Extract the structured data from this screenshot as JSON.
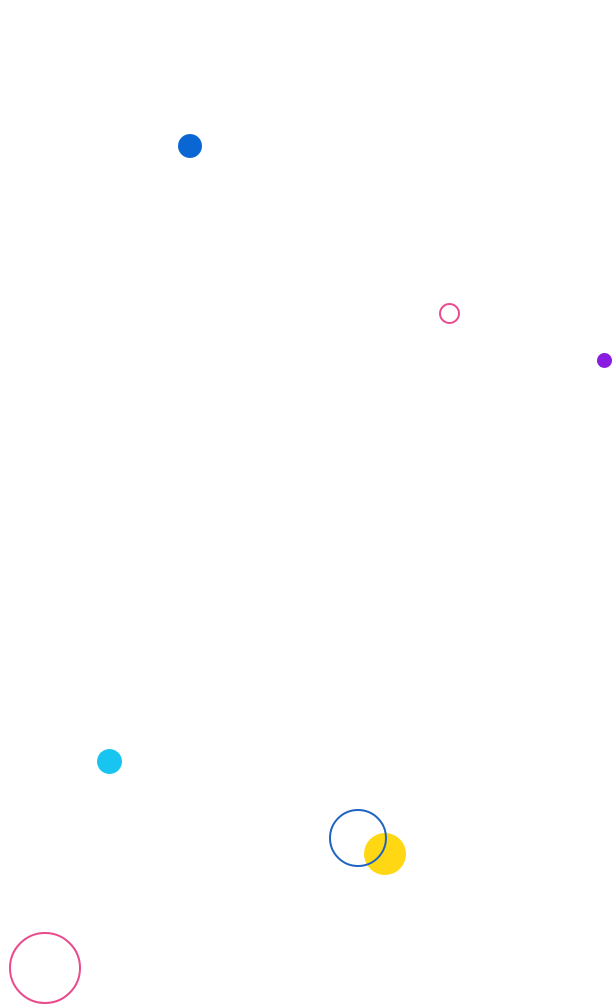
{
  "colors": {
    "background": "#ffffff",
    "blue": "#0a66d2",
    "pink": "#ea4a8e",
    "purple": "#8a1be0",
    "cyan": "#18c4f0",
    "yellow": "#ffd712",
    "navy_ring": "#1f64c0"
  },
  "shapes": [
    {
      "name": "filled-dot",
      "color": "blue"
    },
    {
      "name": "outline-ring",
      "color": "pink"
    },
    {
      "name": "filled-dot",
      "color": "purple"
    },
    {
      "name": "filled-dot",
      "color": "cyan"
    },
    {
      "name": "filled-dot",
      "color": "yellow"
    },
    {
      "name": "outline-ring",
      "color": "navy_ring"
    },
    {
      "name": "outline-ring",
      "color": "pink"
    }
  ]
}
